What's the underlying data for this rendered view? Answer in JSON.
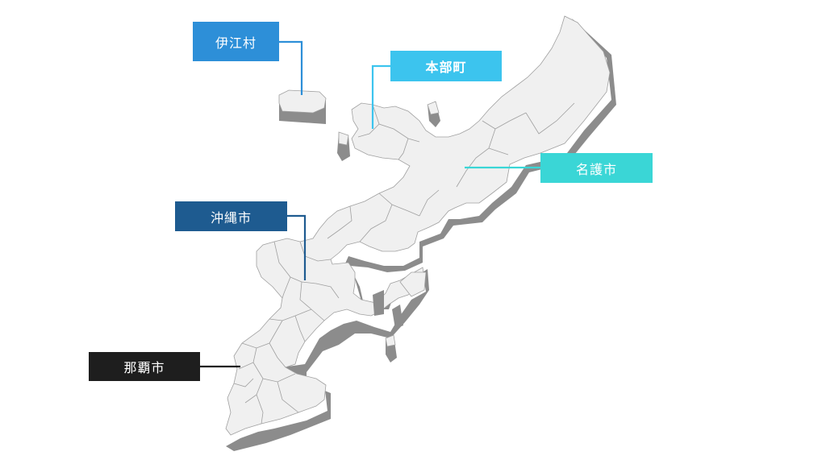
{
  "labels": [
    {
      "id": "iejima",
      "text": "伊江村",
      "color": "#2d8fd8"
    },
    {
      "id": "motobu",
      "text": "本部町",
      "color": "#3cc4ee"
    },
    {
      "id": "nago",
      "text": "名護市",
      "color": "#3ad6d6"
    },
    {
      "id": "okinawa",
      "text": "沖縄市",
      "color": "#1e5b90"
    },
    {
      "id": "naha",
      "text": "那覇市",
      "color": "#1e1e1e"
    }
  ],
  "colors": {
    "land_top": "#f0f0f0",
    "land_side": "#8c8c8c",
    "border": "#a0a0a0"
  }
}
